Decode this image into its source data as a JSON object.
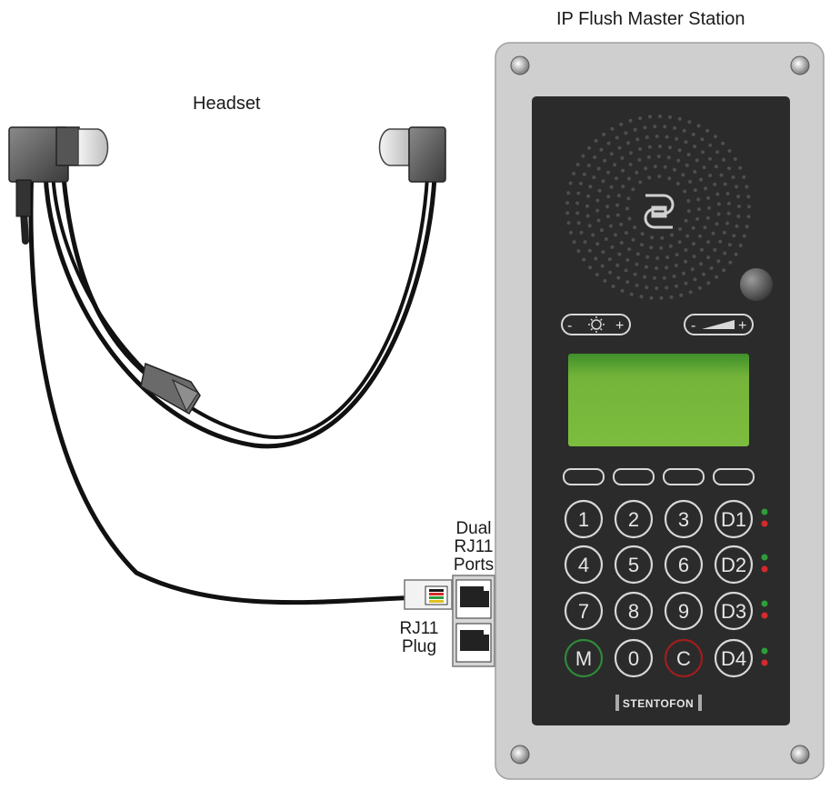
{
  "labels": {
    "station_title": "IP Flush Master Station",
    "headset_title": "Headset",
    "ports_line1": "Dual",
    "ports_line2": "RJ11",
    "ports_line3": "Ports",
    "plug_line1": "RJ11",
    "plug_line2": "Plug"
  },
  "station": {
    "brand": "STENTOFON",
    "keypad": [
      "1",
      "2",
      "3",
      "D1",
      "4",
      "5",
      "6",
      "D2",
      "7",
      "8",
      "9",
      "D3",
      "M",
      "0",
      "C",
      "D4"
    ],
    "brightness_minus": "-",
    "brightness_plus": "+",
    "volume_minus": "-",
    "volume_plus": "+"
  },
  "colors": {
    "panel": "#cfcfcf",
    "faceplate": "#2b2b2b",
    "display": "#7ab63a",
    "led_green": "#2e9d3a",
    "led_red": "#d52a2a",
    "key_m_ring": "#2f8a3a",
    "key_c_ring": "#a11d1d"
  }
}
